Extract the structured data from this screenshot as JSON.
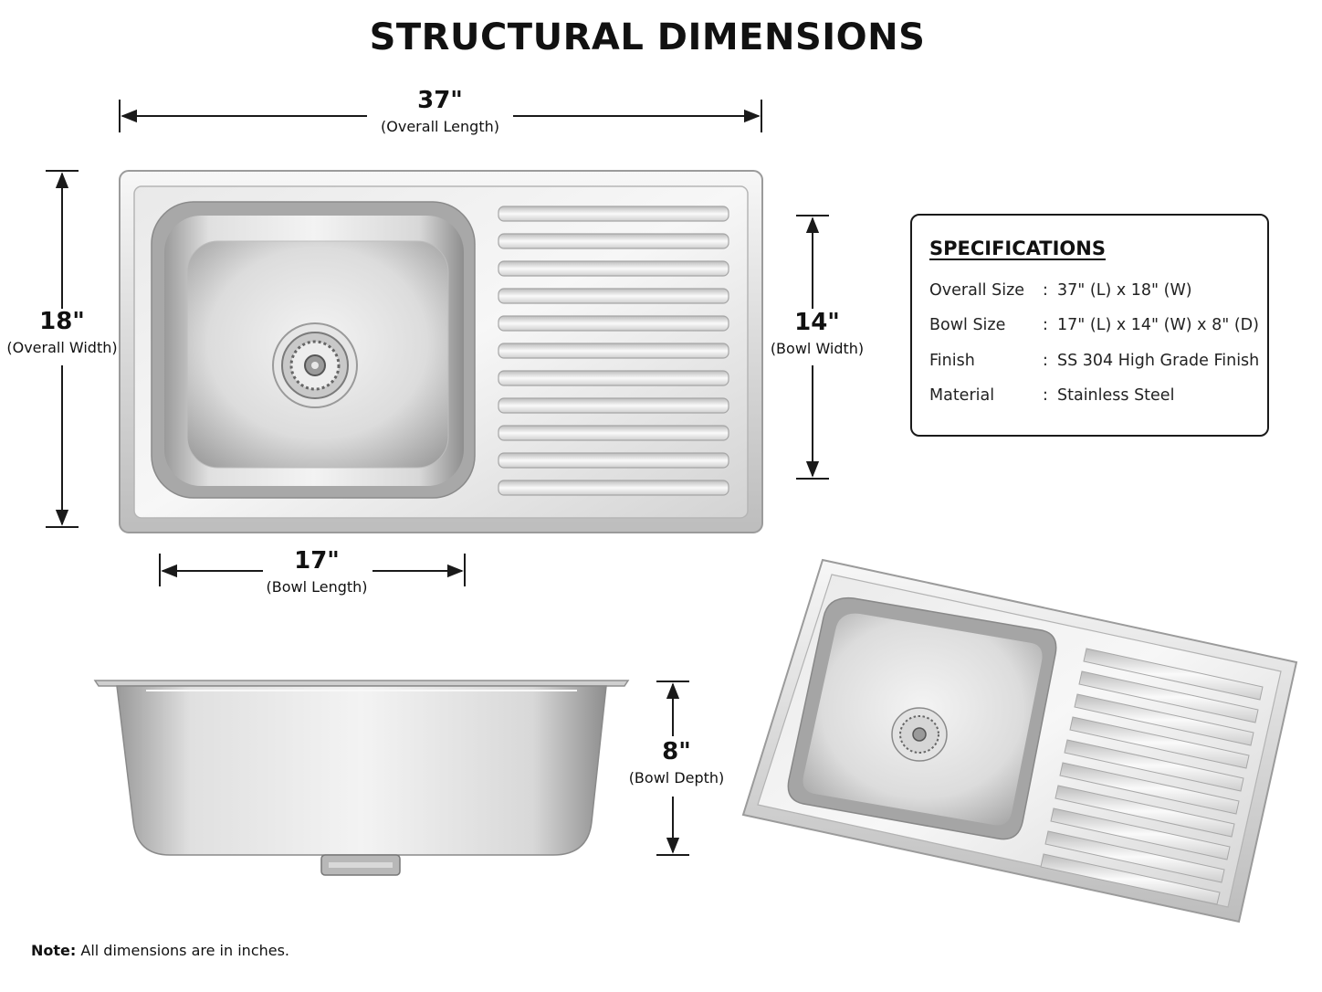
{
  "title": "STRUCTURAL DIMENSIONS",
  "dimensions": {
    "overall_length": {
      "value": "37\"",
      "label": "(Overall Length)"
    },
    "overall_width": {
      "value": "18\"",
      "label": "(Overall Width)"
    },
    "bowl_width": {
      "value": "14\"",
      "label": "(Bowl Width)"
    },
    "bowl_length": {
      "value": "17\"",
      "label": "(Bowl Length)"
    },
    "bowl_depth": {
      "value": "8\"",
      "label": "(Bowl Depth)"
    }
  },
  "specifications": {
    "heading": "SPECIFICATIONS",
    "separator": ":",
    "rows": [
      {
        "key": "Overall Size",
        "value": "37\" (L) x 18\" (W)"
      },
      {
        "key": "Bowl Size",
        "value": "17\" (L) x 14\" (W) x 8\" (D)"
      },
      {
        "key": "Finish",
        "value": "SS 304 High Grade Finish"
      },
      {
        "key": "Material",
        "value": "Stainless Steel"
      }
    ]
  },
  "note": {
    "prefix": "Note:",
    "text": " All dimensions are in inches."
  },
  "colors": {
    "steel_light": "#f2f2f2",
    "steel_mid": "#c8c8c8",
    "steel_dark": "#8a8a8a",
    "line": "#1a1a1a"
  }
}
